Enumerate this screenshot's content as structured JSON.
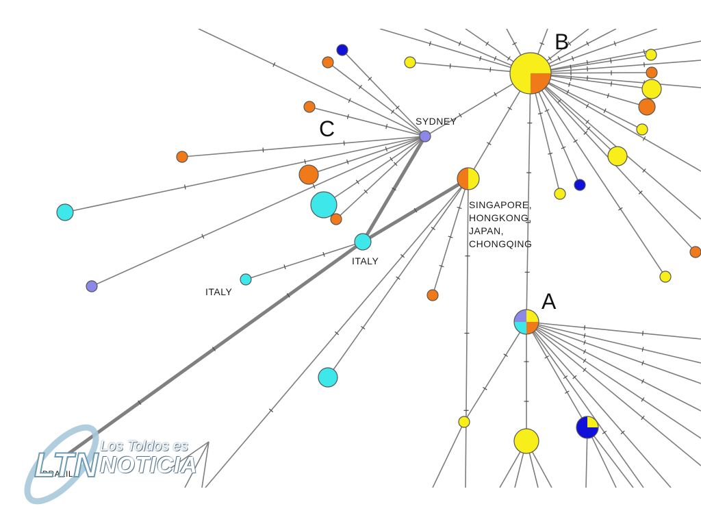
{
  "labels": {
    "cluster_b": "B",
    "cluster_c": "C",
    "cluster_a": "A",
    "sydney": "SYDNEY",
    "italy_1": "ITALY",
    "italy_2": "ITALY",
    "asia_line1": "SINGAPORE,",
    "asia_line2": "HONGKONG,",
    "asia_line3": "JAPAN,",
    "asia_line4": "CHONGQING",
    "brazil": "BRAZIL"
  },
  "watermark": {
    "logo_mark": "LTN",
    "tagline": "Los Toldos es",
    "brand": "NOTICIA"
  },
  "colors": {
    "yellow": "#f7ee1a",
    "orange": "#f07a1a",
    "cyan": "#3ee8ea",
    "blue": "#1010d8",
    "lavender": "#8c88e8",
    "green": "#1fa83c",
    "edge": "#7d7d7d"
  }
}
